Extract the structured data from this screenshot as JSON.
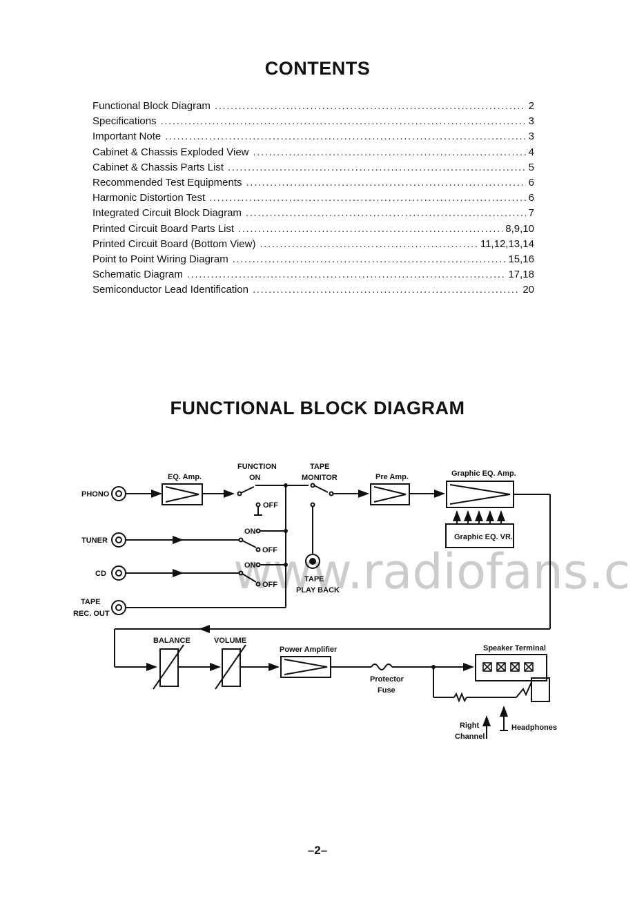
{
  "contents": {
    "title": "CONTENTS",
    "entries": [
      {
        "label": "Functional Block Diagram",
        "page": "2"
      },
      {
        "label": "Specifications",
        "page": "3"
      },
      {
        "label": "Important Note",
        "page": "3"
      },
      {
        "label": "Cabinet & Chassis Exploded View",
        "page": "4"
      },
      {
        "label": "Cabinet & Chassis Parts List",
        "page": "5"
      },
      {
        "label": "Recommended Test Equipments",
        "page": "6"
      },
      {
        "label": "Harmonic Distortion Test",
        "page": "6"
      },
      {
        "label": "Integrated Circuit Block Diagram",
        "page": "7"
      },
      {
        "label": "Printed Circuit Board Parts List",
        "page": "8,9,10"
      },
      {
        "label": "Printed Circuit Board (Bottom View)",
        "page": "11,12,13,14"
      },
      {
        "label": "Point to Point Wiring Diagram",
        "page": "15,16"
      },
      {
        "label": "Schematic Diagram",
        "page": "17,18"
      },
      {
        "label": "Semiconductor Lead Identification",
        "page": "20"
      }
    ]
  },
  "diagram": {
    "title": "FUNCTIONAL BLOCK DIAGRAM",
    "inputs": {
      "phono": "PHONO",
      "tuner": "TUNER",
      "cd": "CD",
      "tape_rec_out_1": "TAPE",
      "tape_rec_out_2": "REC. OUT"
    },
    "blocks": {
      "eq_amp": "EQ. Amp.",
      "pre_amp": "Pre Amp.",
      "graphic_eq_amp": "Graphic EQ. Amp.",
      "graphic_eq_vr": "Graphic EQ. VR.",
      "balance": "BALANCE",
      "volume": "VOLUME",
      "power_amplifier": "Power Amplifier",
      "speaker_terminal": "Speaker Terminal"
    },
    "switches": {
      "function_1": "FUNCTION",
      "function_2": "ON",
      "tape_monitor_1": "TAPE",
      "tape_monitor_2": "MONITOR",
      "off": "OFF",
      "on": "ON"
    },
    "tape_play_back_1": "TAPE",
    "tape_play_back_2": "PLAY BACK",
    "protector_fuse_1": "Protector",
    "protector_fuse_2": "Fuse",
    "right_channel_1": "Right",
    "right_channel_2": "Channel",
    "headphones": "Headphones"
  },
  "watermark": "www.radiofans.c",
  "page_number": "–2–"
}
